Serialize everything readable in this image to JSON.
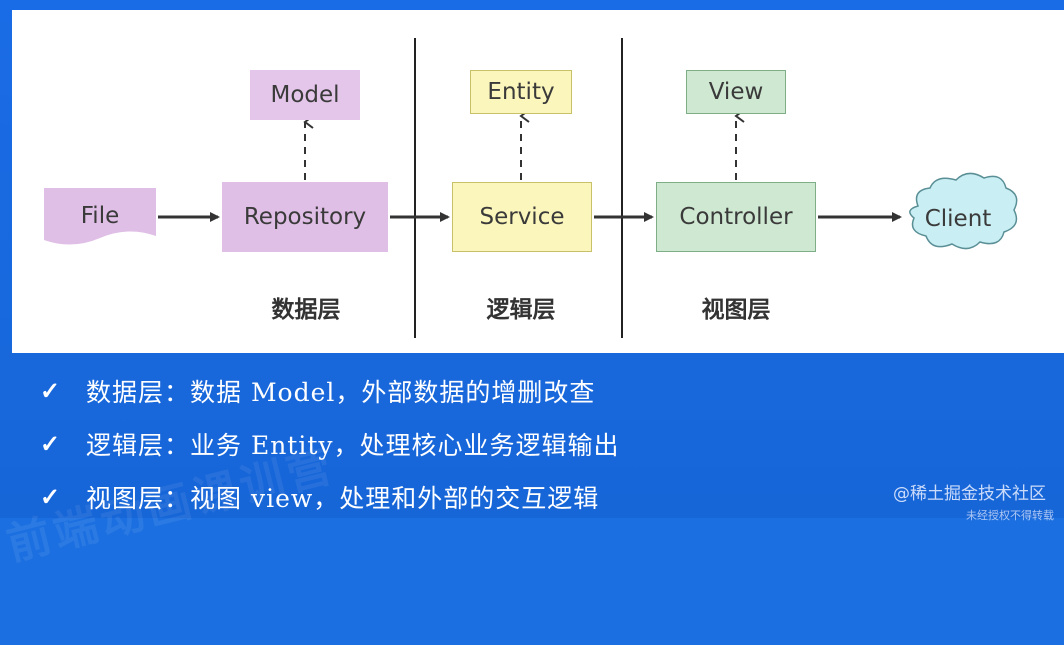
{
  "diagram": {
    "nodes": {
      "model": "Model",
      "entity": "Entity",
      "view": "View",
      "file": "File",
      "repository": "Repository",
      "service": "Service",
      "controller": "Controller",
      "client": "Client"
    },
    "layers": {
      "data": "数据层",
      "logic": "逻辑层",
      "view": "视图层"
    },
    "colors": {
      "data_layer": "#e0bfe6",
      "logic_layer": "#fbf6bb",
      "view_layer": "#cfe8d2",
      "client_cloud": "#c9eef3"
    }
  },
  "bullets": [
    {
      "icon": "check-icon",
      "text": "数据层：数据 Model，外部数据的增删改查"
    },
    {
      "icon": "check-icon",
      "text": "逻辑层：业务 Entity，处理核心业务逻辑输出"
    },
    {
      "icon": "check-icon",
      "text": "视图层：视图 view，处理和外部的交互逻辑"
    }
  ],
  "watermark": "前端动画课训营",
  "credit": "@稀土掘金技术社区",
  "credit_sub": "未经授权不得转载"
}
